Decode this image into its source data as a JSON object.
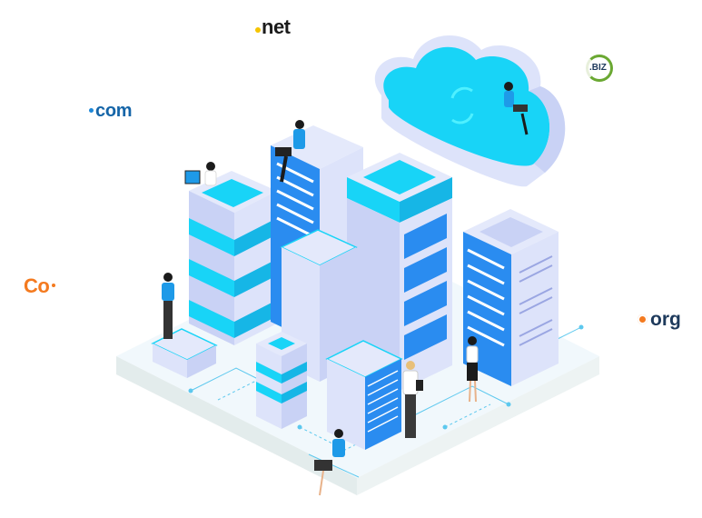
{
  "illustration": {
    "title": "Isometric data center and cloud hosting",
    "palette": {
      "cyan": "#18d4f7",
      "cyan_dark": "#16b6e6",
      "blue": "#2a8cf0",
      "lavender": "#c9d2f5",
      "lavender_light": "#e4e9fb",
      "lavender_dark": "#9aa6e2",
      "platform_top": "#f1f8fc",
      "platform_side": "#e3ecec"
    }
  },
  "domains": {
    "net": ".net",
    "com": "com",
    "co": "Co",
    "org": "org",
    "biz": ".BIZ"
  },
  "people": [
    {
      "role": "woman-with-laptop-on-cloud"
    },
    {
      "role": "man-with-laptop-on-server"
    },
    {
      "role": "woman-with-laptop-on-server"
    },
    {
      "role": "man-with-tablet"
    },
    {
      "role": "woman-at-server-rack"
    },
    {
      "role": "man-with-clipboard"
    },
    {
      "role": "woman-with-laptop-sitting"
    }
  ]
}
